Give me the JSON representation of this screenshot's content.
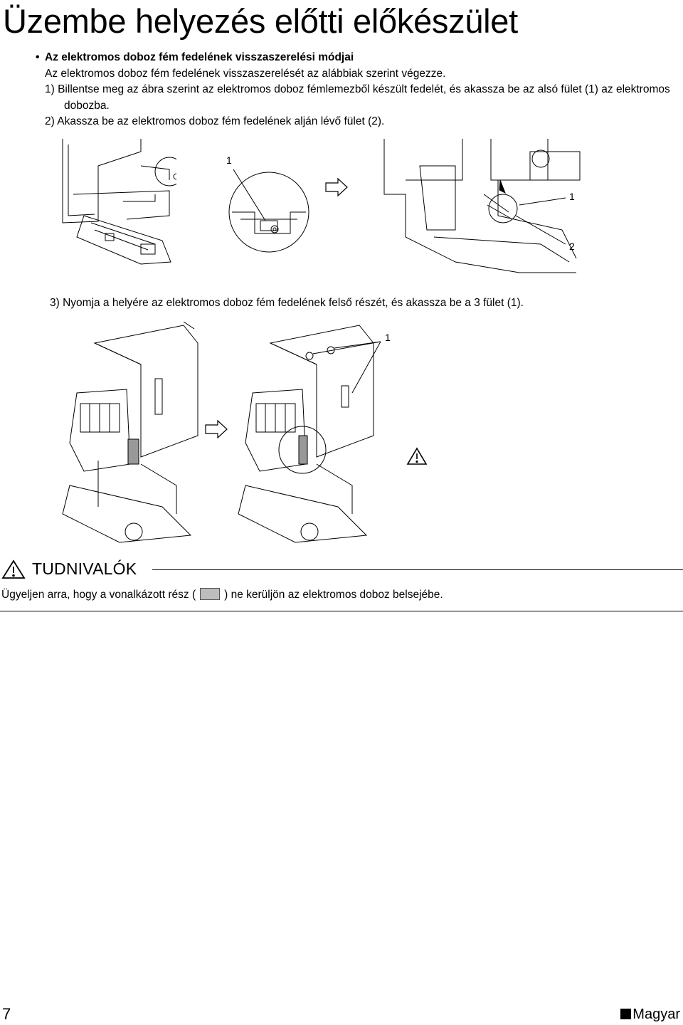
{
  "page": {
    "title": "Üzembe helyezés előtti előkészület",
    "section_heading": "Az elektromos doboz fém fedelének visszaszerelési módjai",
    "intro": "Az elektromos doboz fém fedelének visszaszerelését az alábbiak szerint végezze.",
    "step1": "1) Billentse meg az ábra szerint az elektromos doboz fémlemezből készült fedelét, és akassza be az alsó fület (1) az elektromos dobozba.",
    "step2": "2) Akassza be az elektromos doboz fém fedelének alján lévő fület (2).",
    "step3": "3) Nyomja a helyére az elektromos doboz fém fedelének felső részét, és akassza be a 3 fület (1).",
    "callouts": {
      "fig1_a": "1",
      "fig2_a": "1",
      "fig2_b": "2",
      "fig4_a": "1"
    },
    "notice": {
      "label": "TUDNIVALÓK",
      "text_before": "Ügyeljen arra, hogy a vonalkázott rész (",
      "text_after": ") ne kerüljön az elektromos doboz belsejébe."
    },
    "footer": {
      "page_number": "7",
      "language": "Magyar"
    }
  },
  "icons": [
    "bullet-icon",
    "arrow-right-icon",
    "warning-triangle-icon",
    "hatched-swatch-icon",
    "language-square-icon"
  ]
}
